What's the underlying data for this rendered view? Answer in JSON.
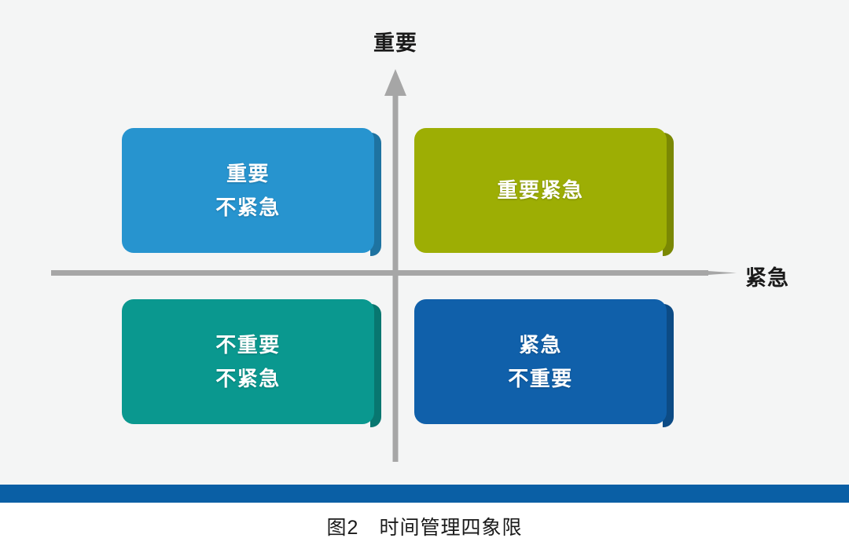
{
  "figure": {
    "caption_number": "图2",
    "caption_title": "时间管理四象限",
    "caption_full": "图2　时间管理四象限"
  },
  "axes": {
    "vertical_label": "重要",
    "horizontal_label": "紧急",
    "axis_color": "#a6a6a6"
  },
  "quadrants": [
    {
      "id": "important-not-urgent",
      "position": "top-left",
      "line1": "重要",
      "line2": "不紧急",
      "color": "#2794cf"
    },
    {
      "id": "important-urgent",
      "position": "top-right",
      "line1": "重要紧急",
      "line2": "",
      "color": "#9dae04"
    },
    {
      "id": "not-important-not-urgent",
      "position": "bottom-left",
      "line1": "不重要",
      "line2": "不紧急",
      "color": "#0a988f"
    },
    {
      "id": "urgent-not-important",
      "position": "bottom-right",
      "line1": "紧急",
      "line2": "不重要",
      "color": "#1060aa"
    }
  ],
  "decor": {
    "rule_color": "#0a5fa5",
    "canvas_background": "#f4f5f5",
    "page_background": "#ffffff"
  }
}
